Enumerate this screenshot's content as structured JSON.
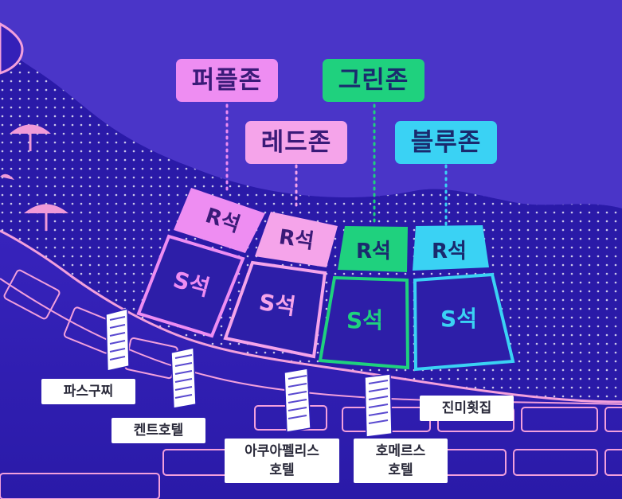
{
  "zones": {
    "purple": {
      "label": "퍼플존",
      "color": "#ee8df2",
      "text_color": "#3a1a78"
    },
    "red": {
      "label": "레드존",
      "color": "#f5a4ea",
      "text_color": "#3a1a78"
    },
    "green": {
      "label": "그린존",
      "color": "#1fd17e",
      "text_color": "#1a2a6e"
    },
    "blue": {
      "label": "블루존",
      "color": "#3ad2f4",
      "text_color": "#1a2a6e"
    }
  },
  "seats": {
    "r_purple": "R석",
    "r_red": "R석",
    "r_green": "R석",
    "r_blue": "R석",
    "s_purple": "S석",
    "s_red": "S석",
    "s_green": "S석",
    "s_blue": "S석"
  },
  "places": {
    "pasuguzzi": "파스구찌",
    "kent_hotel": "켄트호텔",
    "aqua_palace_1": "아쿠아펠리스",
    "aqua_palace_2": "호텔",
    "hermes_1": "호메르스",
    "hermes_2": "호텔",
    "jinmi": "진미횟집"
  },
  "icons": [
    "beach-umbrella-icon",
    "hotel-building-icon"
  ],
  "colors": {
    "background": "#2f1fb8",
    "road_line": "#f3a0dc",
    "sea": "#2a1ab0",
    "sand": "#3824c8"
  }
}
